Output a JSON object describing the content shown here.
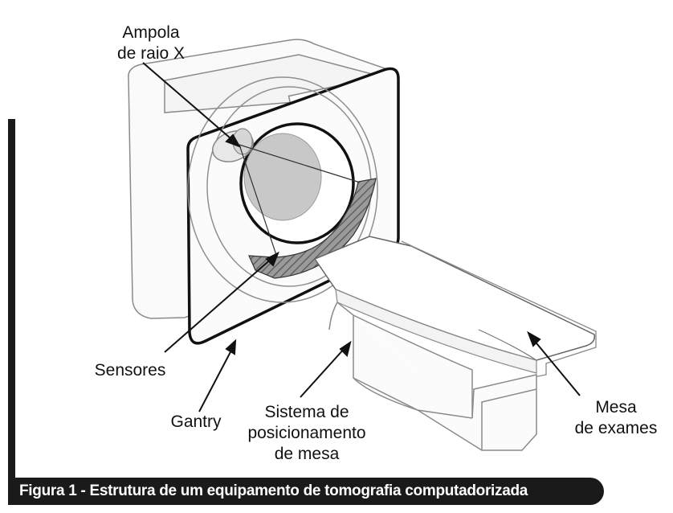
{
  "labels": {
    "ampola_line1": "Ampola",
    "ampola_line2": "de raio X",
    "sensores": "Sensores",
    "gantry": "Gantry",
    "sistema_line1": "Sistema de",
    "sistema_line2": "posicionamento",
    "sistema_line3": "de mesa",
    "mesa_line1": "Mesa",
    "mesa_line2": "de exames"
  },
  "caption": "Figura 1 - Estrutura de um equipamento de tomografia computadorizada",
  "colors": {
    "ink": "#111111",
    "outline": "#888888",
    "bore_fill": "#c8c8c8",
    "caption_bg": "#1a1a1a",
    "caption_text": "#ffffff"
  }
}
